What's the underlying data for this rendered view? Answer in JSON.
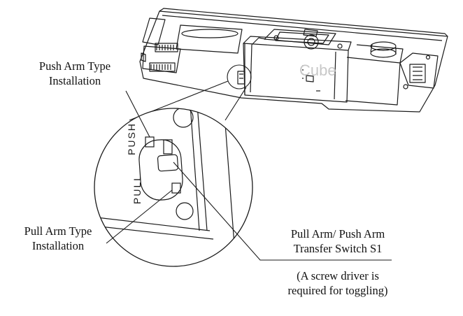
{
  "labels": {
    "push_arm": {
      "line1": "Push Arm Type",
      "line2": "Installation"
    },
    "pull_arm": {
      "line1": "Pull Arm Type",
      "line2": "Installation"
    },
    "switch": {
      "line1": "Pull Arm/ Push Arm",
      "line2": "Transfer Switch S1"
    },
    "note": {
      "line1": "(A screw driver is",
      "line2": "required for toggling)"
    }
  },
  "switch_markings": {
    "push": "PUSH",
    "pull": "PULL"
  },
  "watermark": "Cube",
  "colors": {
    "stroke": "#1a1a1a",
    "background": "#ffffff",
    "watermark": "#c8c8c8"
  }
}
